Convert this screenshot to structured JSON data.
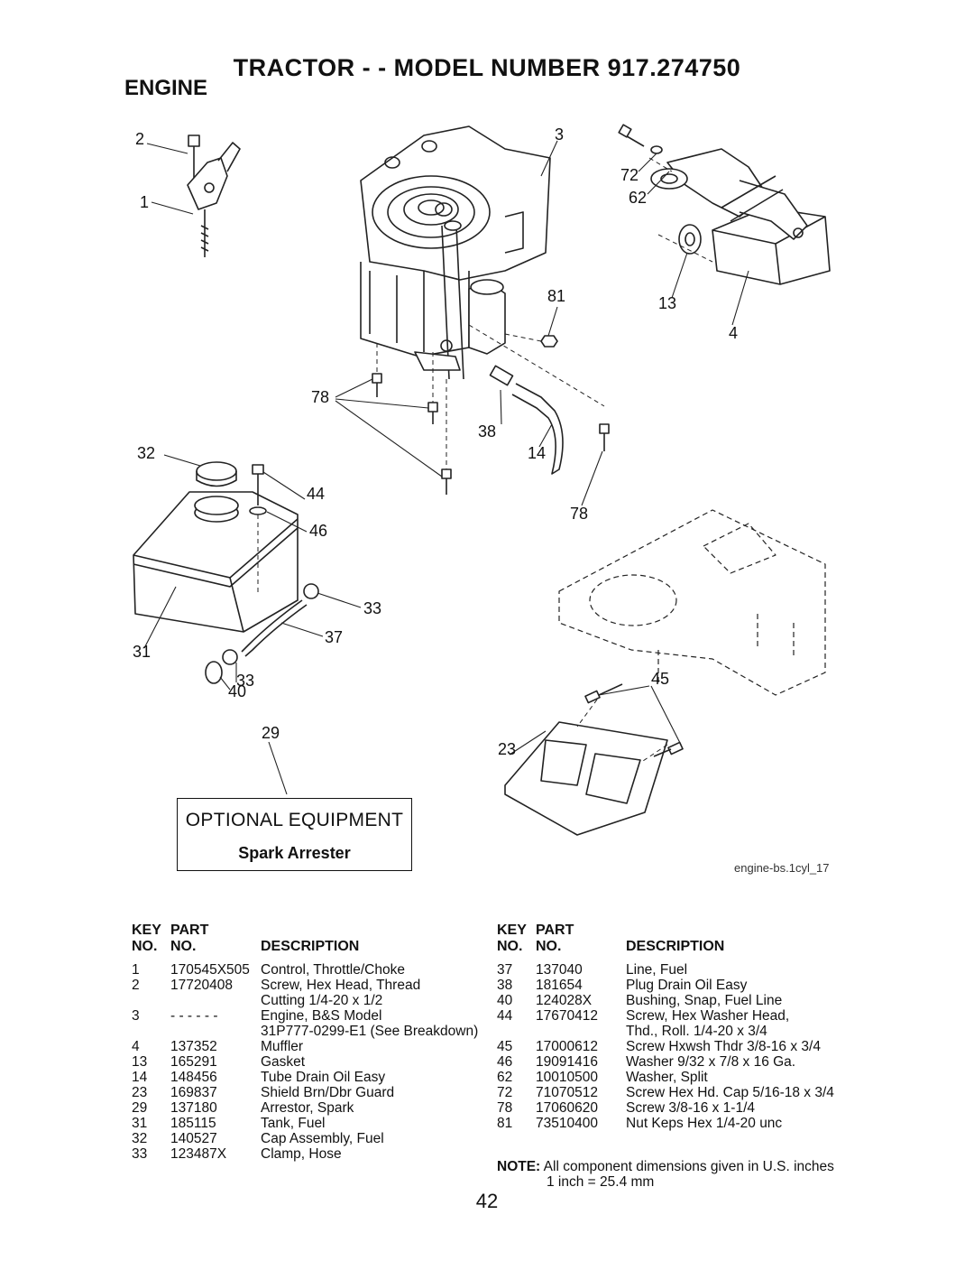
{
  "header": {
    "title": "TRACTOR - - MODEL NUMBER 917.274750",
    "section": "ENGINE"
  },
  "callouts": [
    "2",
    "1",
    "3",
    "72",
    "62",
    "81",
    "13",
    "4",
    "78",
    "38",
    "14",
    "78",
    "32",
    "44",
    "46",
    "33",
    "37",
    "31",
    "33",
    "40",
    "29",
    "45",
    "23"
  ],
  "optional": {
    "title": "OPTIONAL EQUIPMENT",
    "subtitle": "Spark Arrester"
  },
  "figure_ref": "engine-bs.1cyl_17",
  "table_headers": {
    "key_top": "KEY",
    "part_top": "PART",
    "key_bottom": "NO.",
    "part_bottom": "NO.",
    "description": "DESCRIPTION"
  },
  "parts_left": [
    {
      "key": "1",
      "part": "170545X505",
      "desc": [
        "Control, Throttle/Choke"
      ]
    },
    {
      "key": "2",
      "part": "17720408",
      "desc": [
        "Screw, Hex Head, Thread",
        "Cutting 1/4-20 x 1/2"
      ]
    },
    {
      "key": "3",
      "part": "- - - - - -",
      "desc": [
        "Engine, B&S Model",
        "31P777-0299-E1 (See Breakdown)"
      ]
    },
    {
      "key": "4",
      "part": "137352",
      "desc": [
        "Muffler"
      ]
    },
    {
      "key": "13",
      "part": "165291",
      "desc": [
        "Gasket"
      ]
    },
    {
      "key": "14",
      "part": "148456",
      "desc": [
        "Tube Drain Oil Easy"
      ]
    },
    {
      "key": "23",
      "part": "169837",
      "desc": [
        "Shield Brn/Dbr Guard"
      ]
    },
    {
      "key": "29",
      "part": "137180",
      "desc": [
        "Arrestor, Spark"
      ]
    },
    {
      "key": "31",
      "part": "185115",
      "desc": [
        "Tank, Fuel"
      ]
    },
    {
      "key": "32",
      "part": "140527",
      "desc": [
        "Cap Assembly, Fuel"
      ]
    },
    {
      "key": "33",
      "part": "123487X",
      "desc": [
        "Clamp, Hose"
      ]
    }
  ],
  "parts_right": [
    {
      "key": "37",
      "part": "137040",
      "desc": [
        "Line, Fuel"
      ]
    },
    {
      "key": "38",
      "part": "181654",
      "desc": [
        "Plug Drain Oil Easy"
      ]
    },
    {
      "key": "40",
      "part": "124028X",
      "desc": [
        "Bushing, Snap, Fuel Line"
      ]
    },
    {
      "key": "44",
      "part": "17670412",
      "desc": [
        "Screw, Hex Washer Head,",
        "Thd., Roll. 1/4-20 x 3/4"
      ]
    },
    {
      "key": "45",
      "part": "17000612",
      "desc": [
        "Screw Hxwsh Thdr 3/8-16 x 3/4"
      ]
    },
    {
      "key": "46",
      "part": "19091416",
      "desc": [
        "Washer  9/32 x 7/8 x 16 Ga."
      ]
    },
    {
      "key": "62",
      "part": "10010500",
      "desc": [
        "Washer, Split"
      ]
    },
    {
      "key": "72",
      "part": "71070512",
      "desc": [
        "Screw Hex Hd. Cap 5/16-18 x 3/4"
      ]
    },
    {
      "key": "78",
      "part": "17060620",
      "desc": [
        "Screw 3/8-16 x 1-1/4"
      ]
    },
    {
      "key": "81",
      "part": "73510400",
      "desc": [
        "Nut Keps Hex 1/4-20 unc"
      ]
    }
  ],
  "note": {
    "label": "NOTE:",
    "line1": "All component dimensions given in U.S. inches",
    "line2": "1 inch = 25.4 mm"
  },
  "page_number": "42"
}
